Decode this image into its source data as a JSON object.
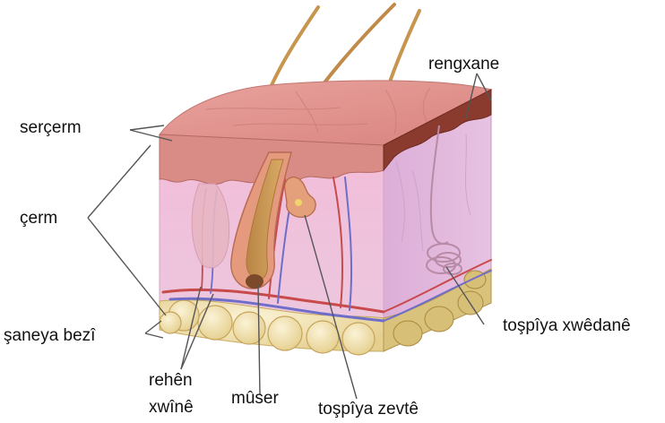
{
  "diagram": {
    "labels": {
      "sercerm": "serçerm",
      "cerm": "çerm",
      "saneya_bezi": "şaneya bezî",
      "rehen": "rehên",
      "xwine": "xwînê",
      "muser": "mûser",
      "tospiya_zevte": "toşpîya zevtê",
      "tospiya_xwedane": "toşpîya xwêdanê",
      "rengxane": "rengxane"
    }
  },
  "colors": {
    "epidermis": "#d98c86",
    "dermis": "#f0c4dc",
    "fat": "#f1e3b4",
    "hair": "#c8954f",
    "vein": "#6e6ec8",
    "artery": "#c84a4a",
    "pigment": "#8b3a2e"
  }
}
